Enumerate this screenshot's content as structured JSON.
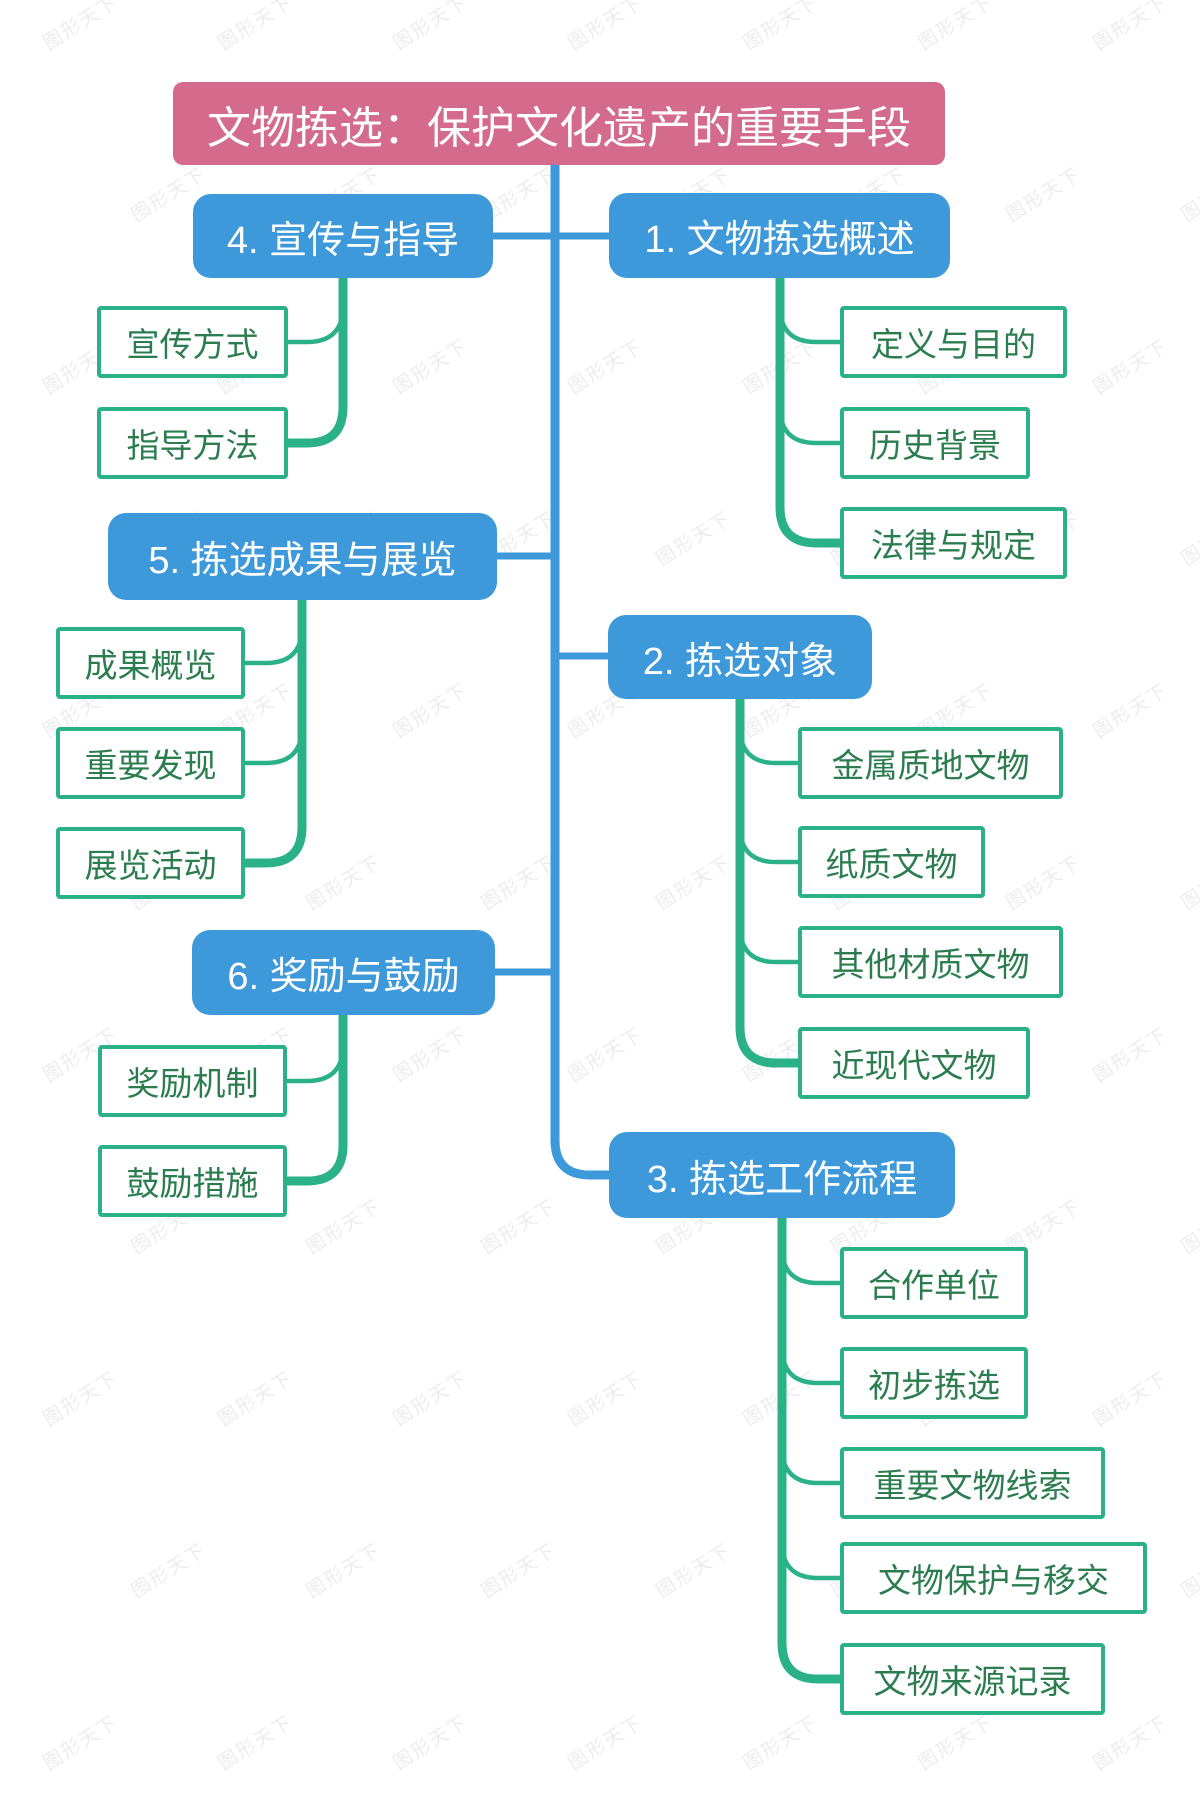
{
  "title": {
    "text": "文物拣选：保护文化遗产的重要手段"
  },
  "watermark": {
    "text": "图形天下"
  },
  "colors": {
    "root_bg": "#d46a8c",
    "topic_bg": "#3d99da",
    "line_blue": "#3d99da",
    "line_green": "#2bb187",
    "child_border": "#2bb187",
    "child_text": "#2b7d4f"
  },
  "branches": [
    {
      "label": "1. 文物拣选概述",
      "children": [
        "定义与目的",
        "历史背景",
        "法律与规定"
      ]
    },
    {
      "label": "2. 拣选对象",
      "children": [
        "金属质地文物",
        "纸质文物",
        "其他材质文物",
        "近现代文物"
      ]
    },
    {
      "label": "3. 拣选工作流程",
      "children": [
        "合作单位",
        "初步拣选",
        "重要文物线索",
        "文物保护与移交",
        "文物来源记录"
      ]
    },
    {
      "label": "4. 宣传与指导",
      "children": [
        "宣传方式",
        "指导方法"
      ]
    },
    {
      "label": "5. 拣选成果与展览",
      "children": [
        "成果概览",
        "重要发现",
        "展览活动"
      ]
    },
    {
      "label": "6. 奖励与鼓励",
      "children": [
        "奖励机制",
        "鼓励措施"
      ]
    }
  ]
}
